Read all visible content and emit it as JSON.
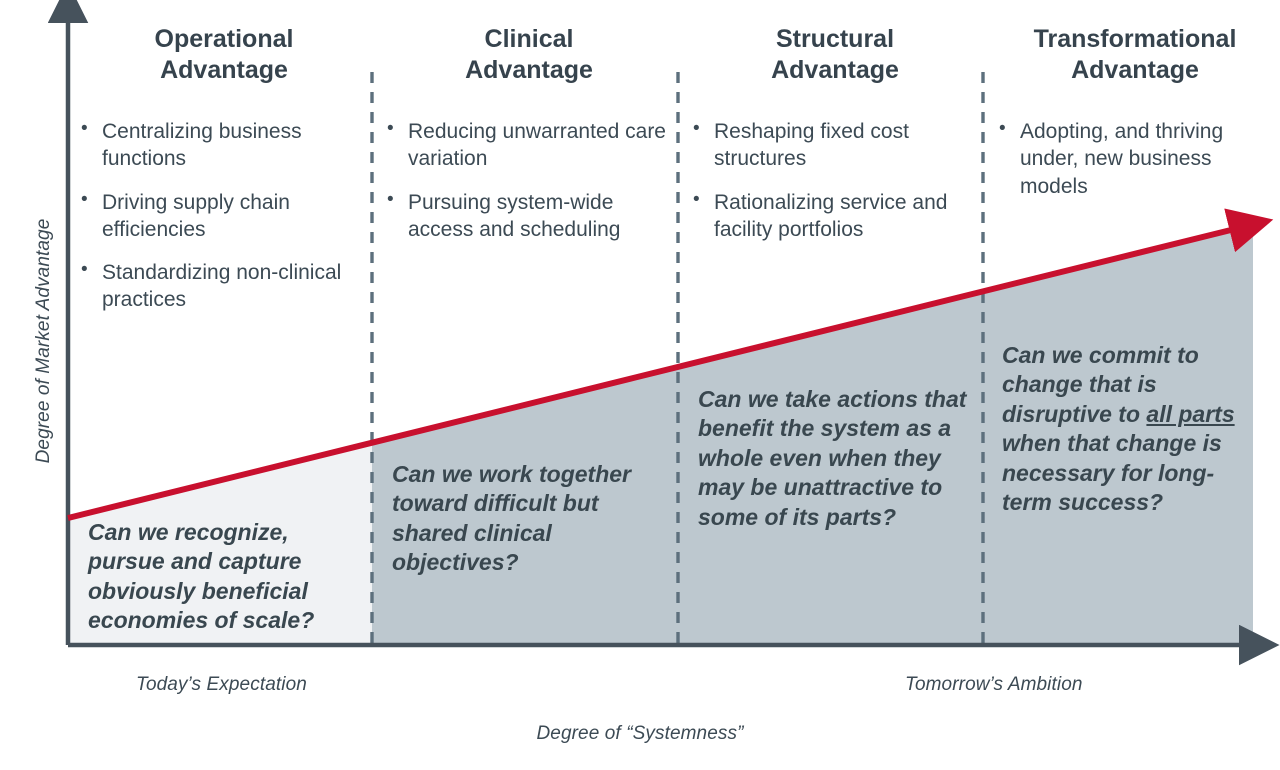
{
  "chart_data": {
    "type": "diagram",
    "title": "",
    "xlabel": "Degree of “Systemness”",
    "ylabel": "Degree of Market Advantage",
    "x_axis_start_label": "Today’s Expectation",
    "x_axis_end_label": "Tomorrow’s Ambition",
    "trend": {
      "label": "rising market advantage",
      "direction": "upward",
      "color": "#C8102E",
      "start": [
        68,
        518
      ],
      "end": [
        1253,
        225
      ]
    },
    "stages": [
      "Operational Advantage",
      "Clinical Advantage",
      "Structural Advantage",
      "Transformational Advantage"
    ],
    "divider_x_positions": [
      372,
      678,
      983
    ]
  },
  "colors": {
    "accent_red": "#C8102E",
    "axis": "#46525c",
    "text": "#3c4a54",
    "heading": "#36434d",
    "shade_fill": "#BDC8CF",
    "shade_fill_light": "#F0F2F4",
    "divider": "#5d707d",
    "background": "#ffffff"
  },
  "axes": {
    "y_label": "Degree of Market Advantage",
    "x_label": "Degree of “Systemness”",
    "x_start": "Today’s Expectation",
    "x_end": "Tomorrow’s Ambition"
  },
  "columns": [
    {
      "id": "operational",
      "title": "Operational\nAdvantage",
      "bullets": [
        "Centralizing business functions",
        "Driving supply chain efficiencies",
        "Standardizing non-clinical practices"
      ],
      "question": "Can we recognize, pursue and capture obviously beneficial economies of scale?",
      "question_underline": ""
    },
    {
      "id": "clinical",
      "title": "Clinical\nAdvantage",
      "bullets": [
        "Reducing unwarranted care variation",
        "Pursuing system-wide access and scheduling"
      ],
      "question": "Can we work together toward difficult but shared clinical objectives?",
      "question_underline": ""
    },
    {
      "id": "structural",
      "title": "Structural\nAdvantage",
      "bullets": [
        "Reshaping fixed cost structures",
        "Rationalizing service and facility portfolios"
      ],
      "question": "Can we take actions that benefit the system as a whole even when they may be unattractive to some of its parts?",
      "question_underline": ""
    },
    {
      "id": "transformational",
      "title": "Transformational\nAdvantage",
      "bullets": [
        "Adopting, and thriving under, new business models"
      ],
      "question_parts": [
        {
          "text": "Can we commit to change that is disruptive to ",
          "underline": false
        },
        {
          "text": "all parts",
          "underline": true
        },
        {
          "text": " when that change is necessary for long-term success?",
          "underline": false
        }
      ],
      "question": "Can we commit to change that is disruptive to all parts when that change is necessary for long-term success?",
      "question_underline": "all parts"
    }
  ]
}
